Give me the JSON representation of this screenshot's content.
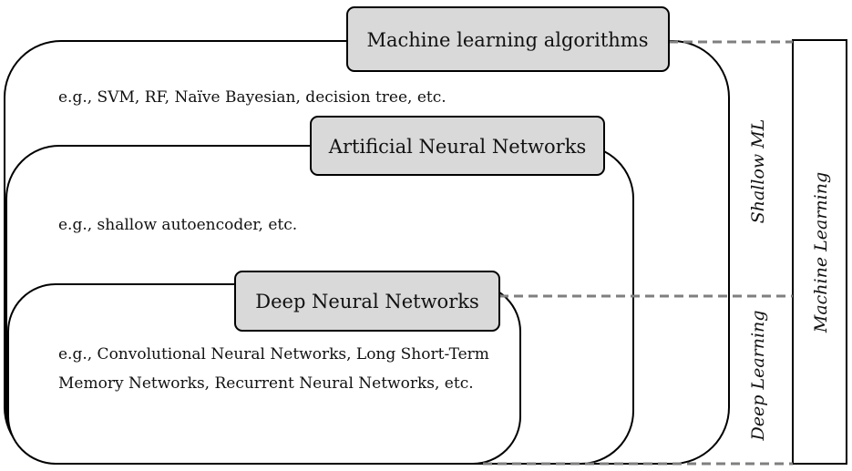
{
  "layers": {
    "machine_learning_algorithms": {
      "title": "Machine learning algorithms",
      "example": "e.g., SVM, RF, Naïve Bayesian, decision tree, etc."
    },
    "artificial_neural_networks": {
      "title": "Artificial Neural Networks",
      "example": "e.g., shallow autoencoder, etc."
    },
    "deep_neural_networks": {
      "title": "Deep Neural Networks",
      "example_line1": "e.g., Convolutional Neural Networks, Long Short-Term",
      "example_line2": "Memory Networks, Recurrent Neural Networks, etc."
    }
  },
  "side_labels": {
    "shallow_ml": "Shallow ML",
    "deep_learning": "Deep Learning",
    "machine_learning": "Machine Learning"
  },
  "colors": {
    "title_box_fill": "#d9d9d9",
    "stroke": "#000000",
    "dashed_connector": "#7f7f7f"
  }
}
